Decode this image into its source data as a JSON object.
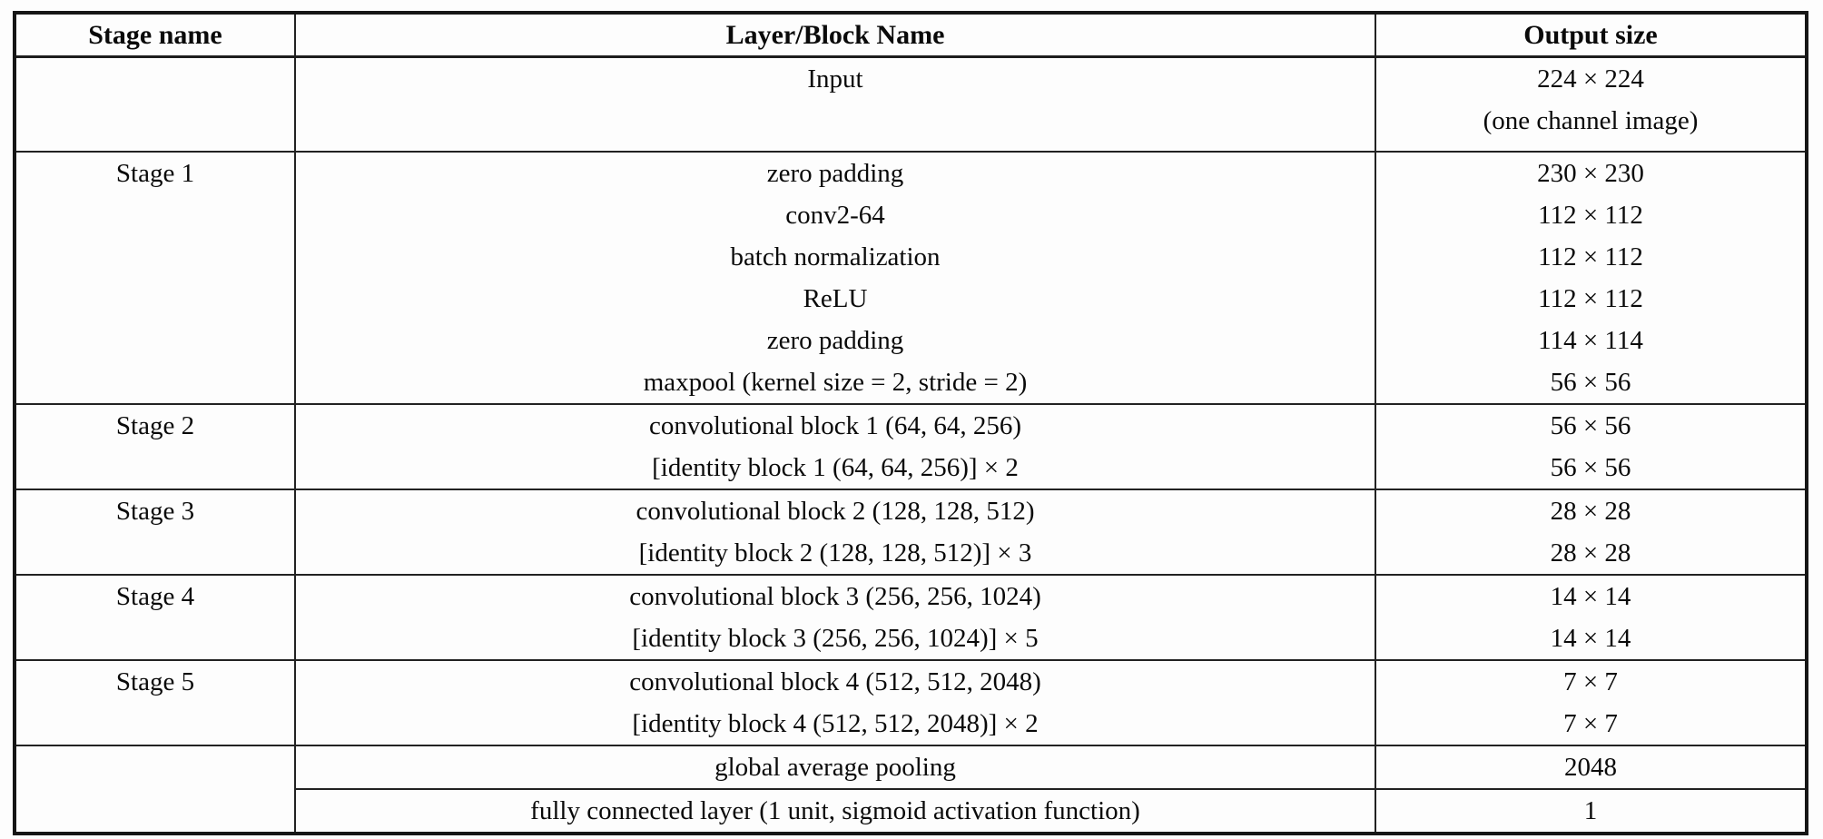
{
  "table": {
    "columns": [
      "Stage name",
      "Layer/Block Name",
      "Output size"
    ],
    "sections": [
      {
        "stage": "",
        "rows": [
          [
            "Input",
            "224 × 224"
          ],
          [
            "",
            "(one channel image)"
          ]
        ]
      },
      {
        "stage": "Stage 1",
        "rows": [
          [
            "zero padding",
            "230 × 230"
          ],
          [
            "conv2-64",
            "112 × 112"
          ],
          [
            "batch normalization",
            "112 × 112"
          ],
          [
            "ReLU",
            "112 × 112"
          ],
          [
            "zero padding",
            "114 × 114"
          ],
          [
            "maxpool (kernel size = 2, stride = 2)",
            "56 × 56"
          ]
        ]
      },
      {
        "stage": "Stage 2",
        "rows": [
          [
            "convolutional block 1 (64, 64, 256)",
            "56 × 56"
          ],
          [
            "[identity block 1 (64, 64, 256)] × 2",
            "56 × 56"
          ]
        ]
      },
      {
        "stage": "Stage 3",
        "rows": [
          [
            "convolutional block 2 (128, 128, 512)",
            "28 × 28"
          ],
          [
            "[identity block 2 (128, 128, 512)] × 3",
            "28 × 28"
          ]
        ]
      },
      {
        "stage": "Stage 4",
        "rows": [
          [
            "convolutional block 3 (256, 256, 1024)",
            "14 × 14"
          ],
          [
            "[identity block 3 (256, 256, 1024)] × 5",
            "14 × 14"
          ]
        ]
      },
      {
        "stage": "Stage 5",
        "rows": [
          [
            "convolutional block 4 (512, 512, 2048)",
            "7 × 7"
          ],
          [
            "[identity block 4 (512, 512, 2048)] × 2",
            "7 × 7"
          ]
        ]
      },
      {
        "stage": "",
        "rows": [
          [
            "global average pooling",
            "2048"
          ]
        ]
      },
      {
        "stage": "",
        "rows": [
          [
            "fully connected layer (1 unit, sigmoid activation function)",
            "1"
          ]
        ]
      }
    ],
    "colors": {
      "border": "#222222",
      "outer_border": "#161616",
      "text": "#0a0a0a",
      "background": "#fdfdfd"
    }
  }
}
